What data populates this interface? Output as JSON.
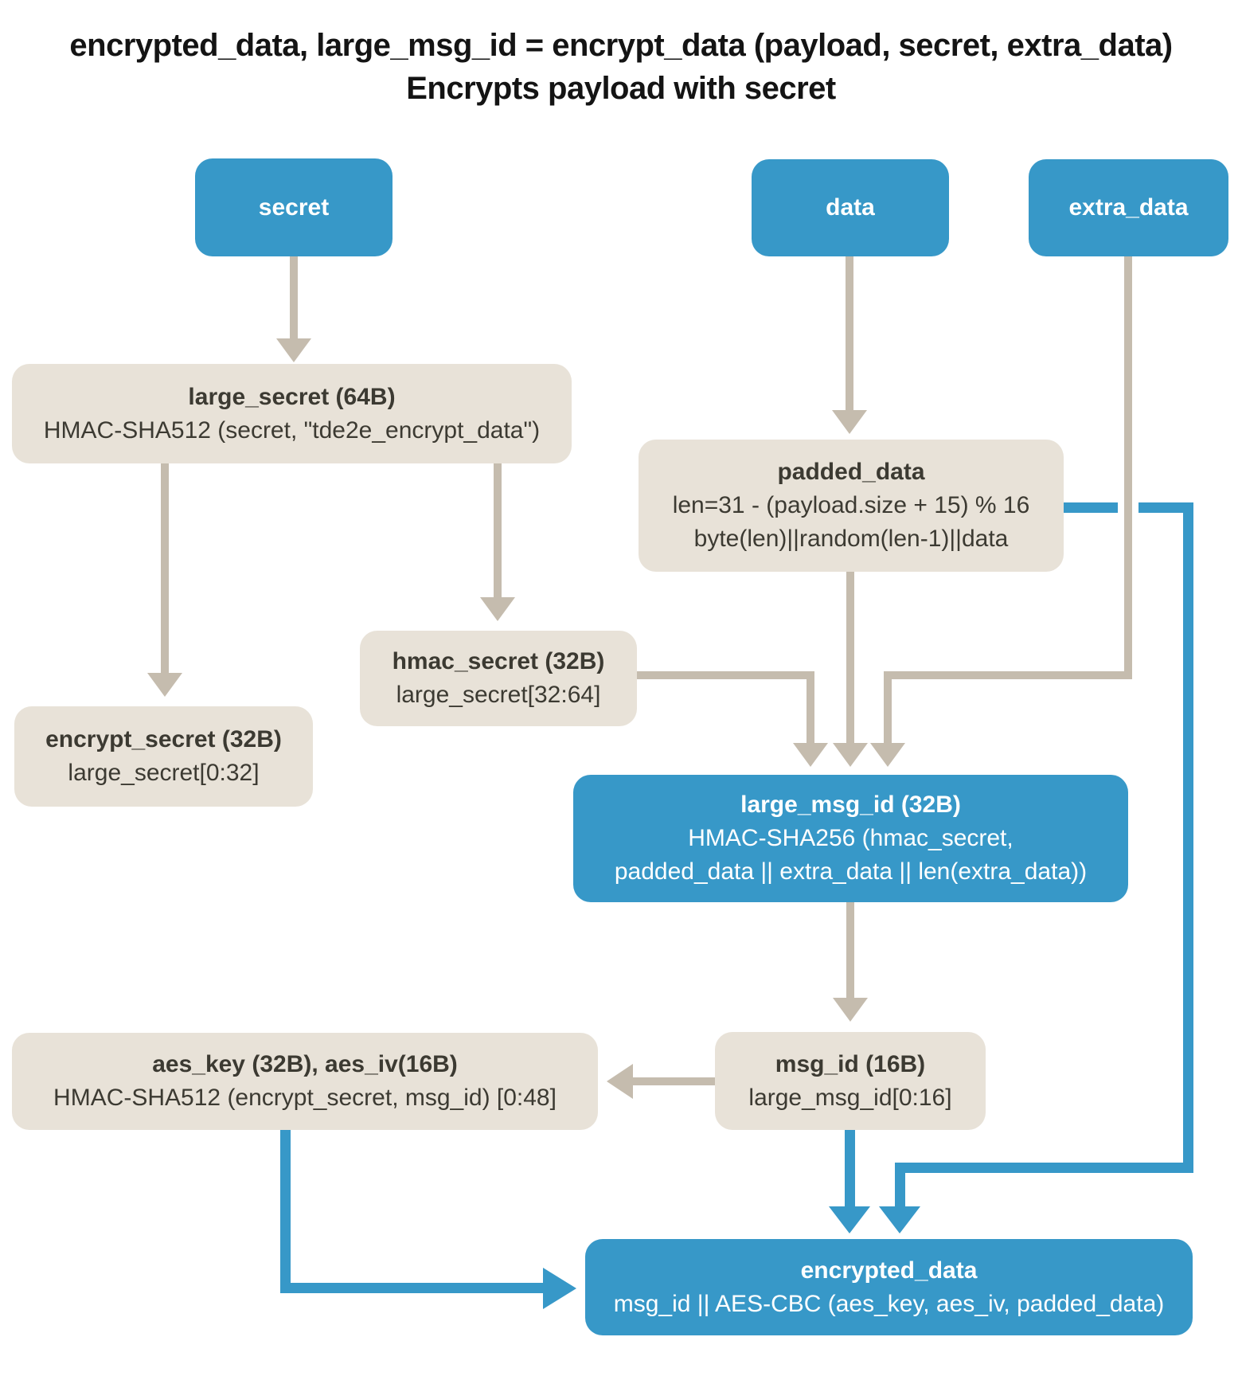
{
  "title": {
    "line1": "encrypted_data, large_msg_id = encrypt_data (payload, secret, extra_data)",
    "line2": "Encrypts payload with secret"
  },
  "colors": {
    "accent_blue": "#3798c8",
    "box_beige": "#e8e2d8",
    "arrow_tan": "#c5bcae",
    "text_dark": "#3c3a32",
    "text_light": "#ffffff",
    "title_text": "#141414"
  },
  "nodes": {
    "secret": {
      "title": "secret"
    },
    "data": {
      "title": "data"
    },
    "extra_data": {
      "title": "extra_data"
    },
    "large_secret": {
      "title": "large_secret (64B)",
      "line2": "HMAC-SHA512 (secret, \"tde2e_encrypt_data\")"
    },
    "padded_data": {
      "title": "padded_data",
      "line2": "len=31 - (payload.size + 15) % 16",
      "line3": "byte(len)||random(len-1)||data"
    },
    "hmac_secret": {
      "title": "hmac_secret (32B)",
      "line2": "large_secret[32:64]"
    },
    "encrypt_secret": {
      "title": "encrypt_secret (32B)",
      "line2": "large_secret[0:32]"
    },
    "large_msg_id": {
      "title": "large_msg_id (32B)",
      "line2": "HMAC-SHA256 (hmac_secret,",
      "line3": "padded_data || extra_data || len(extra_data))"
    },
    "aes_key": {
      "title": "aes_key (32B), aes_iv(16B)",
      "line2": "HMAC-SHA512 (encrypt_secret, msg_id) [0:48]"
    },
    "msg_id": {
      "title": "msg_id (16B)",
      "line2": "large_msg_id[0:16]"
    },
    "encrypted_data": {
      "title": "encrypted_data",
      "line2": "msg_id || AES-CBC (aes_key, aes_iv, padded_data)"
    }
  }
}
